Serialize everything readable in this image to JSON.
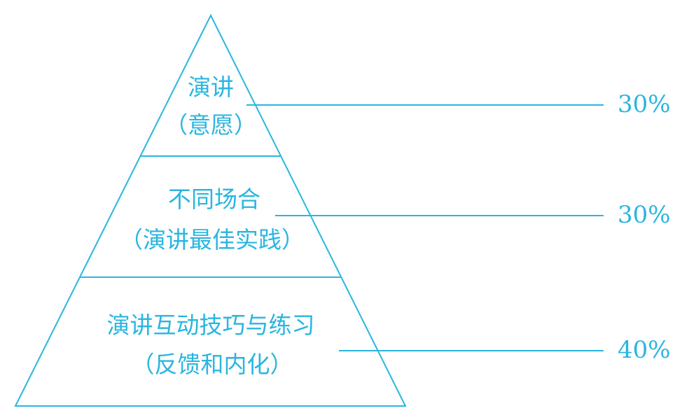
{
  "diagram": {
    "color": "#29b6e0",
    "tiers": [
      {
        "line1": "演讲",
        "line2": "（意愿）",
        "percent": "30%"
      },
      {
        "line1": "不同场合",
        "line2": "（演讲最佳实践）",
        "percent": "30%"
      },
      {
        "line1": "演讲互动技巧与练习",
        "line2": "（反馈和内化）",
        "percent": "40%"
      }
    ]
  }
}
